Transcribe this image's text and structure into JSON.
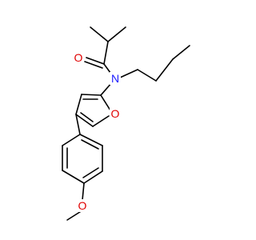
{
  "molecule": {
    "atoms": {
      "carbonyl_oxygen": {
        "symbol": "O",
        "color": "#e00000"
      },
      "amide_nitrogen": {
        "symbol": "N",
        "color": "#1a1aff"
      },
      "furan_oxygen": {
        "symbol": "O",
        "color": "#e00000"
      },
      "methoxy_oxygen": {
        "symbol": "O",
        "color": "#e00000"
      }
    },
    "bond_color": "#000000"
  }
}
